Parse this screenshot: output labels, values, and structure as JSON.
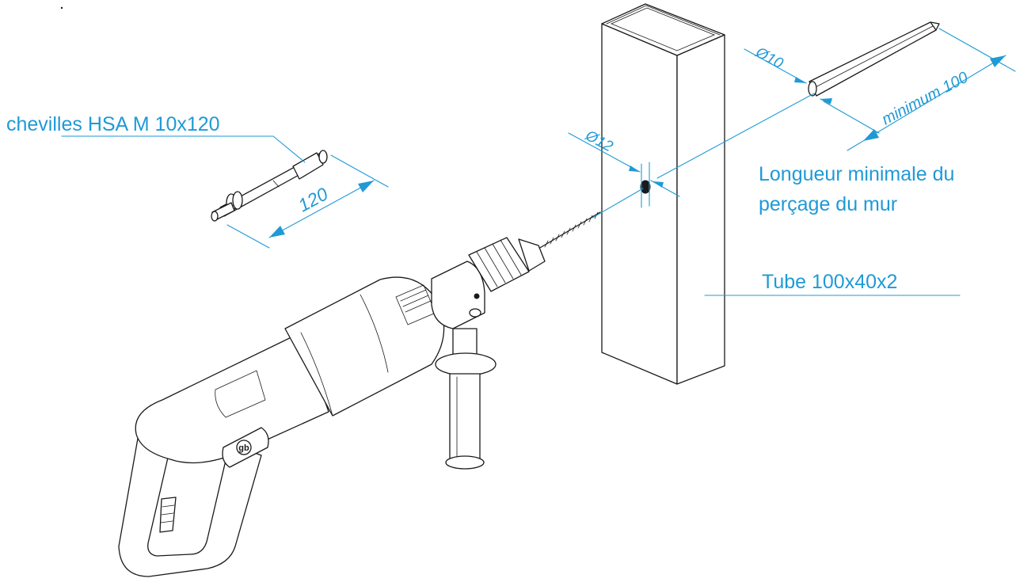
{
  "labels": {
    "anchor": "chevilles HSA M 10x120",
    "tube": "Tube 100x40x2",
    "drill_length_line1": "Longueur minimale du",
    "drill_length_line2": "perçage du mur"
  },
  "dimensions": {
    "anchor_length": "120",
    "hole_diameter": "Ø12",
    "rod_diameter": "Ø10",
    "min_length": "minimum 100"
  },
  "drill": {
    "logo": "gb"
  },
  "colors": {
    "annotation": "#1f9ad6",
    "linework": "#1a1a1a"
  },
  "icons": {
    "drill": "hammer-drill-icon",
    "anchor": "anchor-bolt-icon",
    "rod": "threaded-rod-icon",
    "tube": "rectangular-tube-icon"
  }
}
